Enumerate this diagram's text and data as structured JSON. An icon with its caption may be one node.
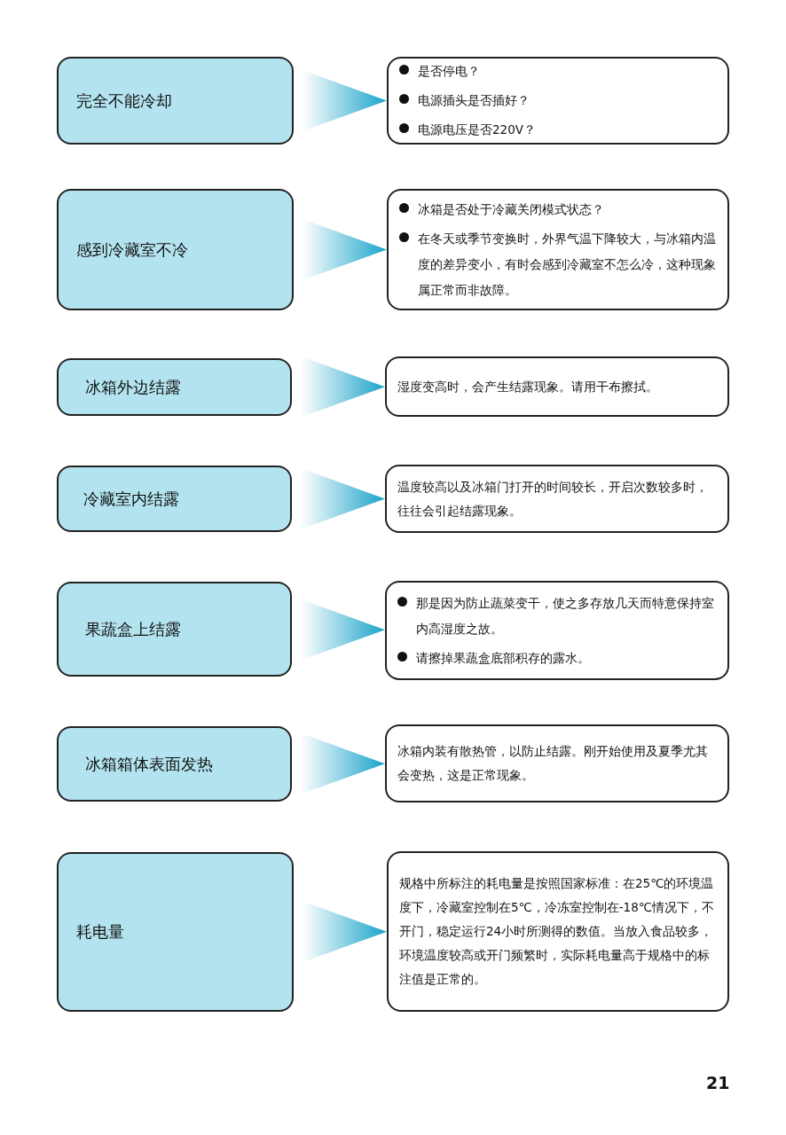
{
  "diagram": {
    "nodes": [
      {
        "text": [
          "完全不能冷却"
        ]
      },
      {
        "text": [
          "是否停电？",
          "电源插头是否插好？",
          "电源电压是否220V？"
        ]
      },
      {
        "text": [
          "感到冷藏室不冷"
        ]
      },
      {
        "text": [
          "冰箱是否处于冷藏关闭模式状态？",
          "在冬天或季节变换时，外界气温下降较大，与冰箱内温度的差异变小，有时会感到冷藏室不怎么冷，这种现象属正常而非故障。"
        ]
      },
      {
        "text": [
          "冰箱外边结露"
        ]
      },
      {
        "text": [
          "湿度变高时，会产生结露现象。请用干布擦拭。"
        ]
      },
      {
        "text": [
          "冷藏室内结露"
        ]
      },
      {
        "text": [
          "温度较高以及冰箱门打开的时间较长，开启次数较多时，往往会引起结露现象。"
        ]
      },
      {
        "text": [
          "果蔬盒上结露"
        ]
      },
      {
        "text": [
          "那是因为防止蔬菜变干，使之多存放几天而特意保持室内高湿度之故。",
          "请擦掉果蔬盒底部积存的露水。"
        ]
      },
      {
        "text": [
          "冰箱箱体表面发热"
        ]
      },
      {
        "text": [
          "冰箱内装有散热管，以防止结露。刚开始使用及夏季尤其会变热，这是正常现象。"
        ]
      },
      {
        "text": [
          "耗电量"
        ]
      },
      {
        "text": [
          "规格中所标注的耗电量是按照国家标准：在25℃的环境温度下，冷藏室控制在5℃，冷冻室控制在-18℃情况下，不开门，稳定运行24小时所测得的数值。当放入食品较多，环境温度较高或开门频繁时，实际耗电量高于规格中的标注值是正常的。"
        ]
      }
    ],
    "edges": [
      {
        "from": 0,
        "to": 1,
        "arrow": "to"
      },
      {
        "from": 2,
        "to": 3,
        "arrow": "to"
      },
      {
        "from": 4,
        "to": 5,
        "arrow": "to"
      },
      {
        "from": 6,
        "to": 7,
        "arrow": "to"
      },
      {
        "from": 8,
        "to": 9,
        "arrow": "to"
      },
      {
        "from": 10,
        "to": 11,
        "arrow": "to"
      },
      {
        "from": 12,
        "to": 13,
        "arrow": "to"
      }
    ],
    "labels": [
      "21"
    ]
  }
}
